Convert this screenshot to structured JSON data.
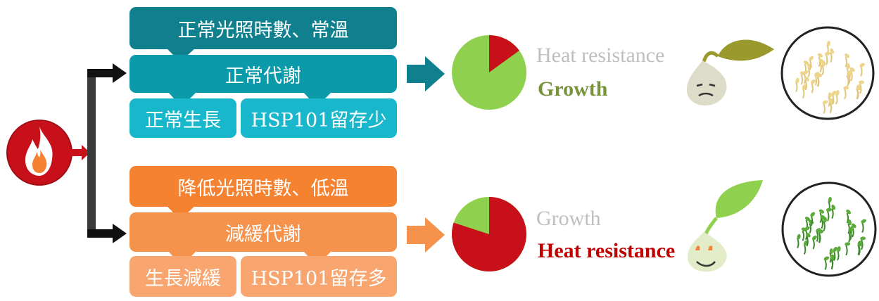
{
  "top": {
    "condition": "正常光照時數、常溫",
    "metabolism": "正常代謝",
    "growth": "正常生長",
    "hsp": "HSP101留存少",
    "label_faded": "Heat resistance",
    "label_strong": "Growth",
    "pie": {
      "red_share": 0.15,
      "green_share": 0.85
    }
  },
  "bottom": {
    "condition": "降低光照時數、低溫",
    "metabolism": "減緩代謝",
    "growth": "生長減緩",
    "hsp": "HSP101留存多",
    "label_faded": "Growth",
    "label_strong": "Heat resistance",
    "pie": {
      "red_share": 0.8,
      "green_share": 0.2
    }
  },
  "colors": {
    "teal_dark": "#10808e",
    "teal_mid": "#0b9aa9",
    "teal_light": "#19b7cb",
    "orange_dark": "#f58231",
    "orange_mid": "#f5924b",
    "orange_light": "#f8a56f",
    "pie_red": "#c8101a",
    "pie_green": "#8fd14f",
    "label_faded": "#bfbfbf",
    "label_growth": "#77933c",
    "label_heat": "#c00000"
  },
  "icons": [
    "fire-icon",
    "sad-seedling-icon",
    "happy-seedling-icon",
    "wilted-seedlings-dish",
    "healthy-seedlings-dish"
  ]
}
